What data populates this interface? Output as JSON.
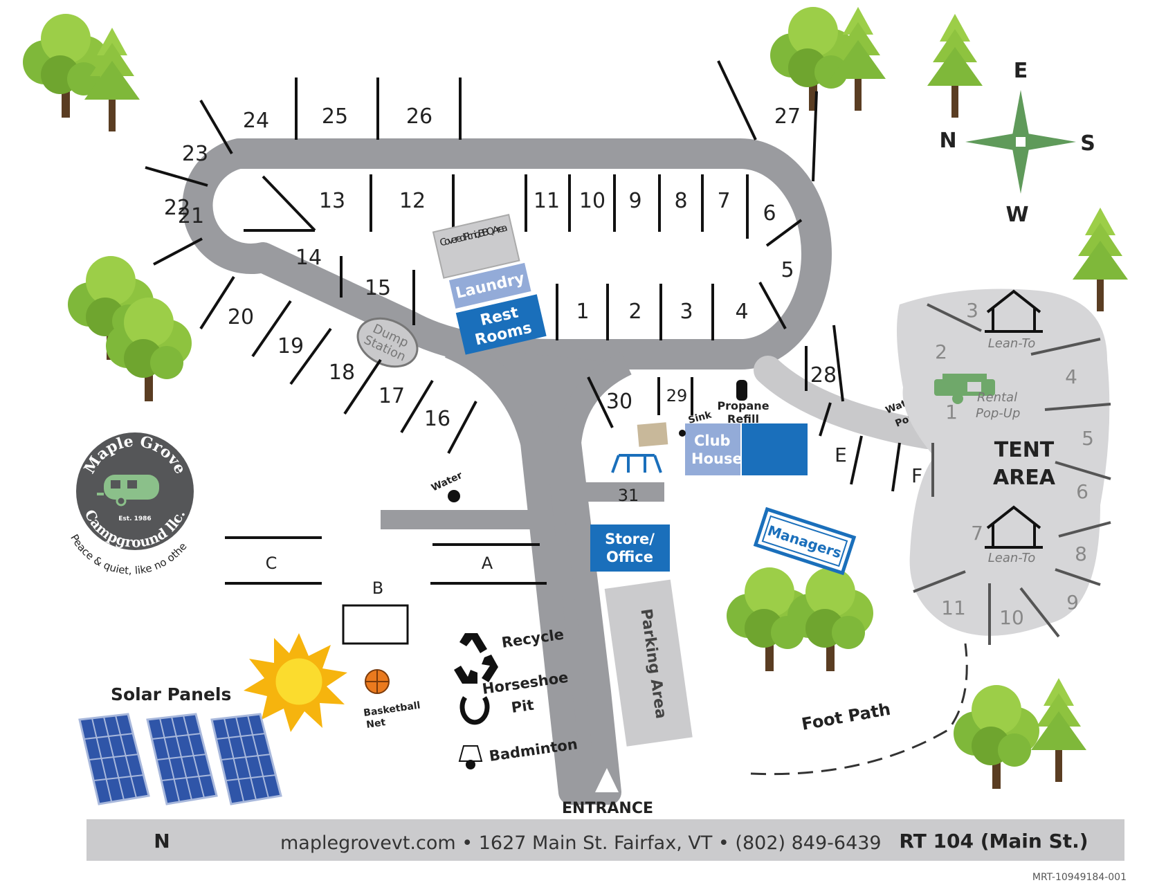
{
  "compass": {
    "top": "E",
    "left": "N",
    "right": "S",
    "bottom": "W"
  },
  "sites_loop_outer": [
    "21",
    "22",
    "23",
    "24",
    "25",
    "26",
    "27",
    "28"
  ],
  "sites_loop_inner": [
    "13",
    "12",
    "11",
    "10",
    "9",
    "8",
    "7",
    "6",
    "5",
    "4",
    "3",
    "2",
    "1",
    "14",
    "15"
  ],
  "sites_lower": [
    "20",
    "19",
    "18",
    "17",
    "16",
    "30",
    "29",
    "31"
  ],
  "sites_letters": [
    "A",
    "B",
    "C",
    "E",
    "F"
  ],
  "buildings": {
    "picnic": "Covered Picnic/BBQ Area",
    "laundry": "Laundry",
    "restrooms_1": "Rest",
    "restrooms_2": "Rooms",
    "dump_1": "Dump",
    "dump_2": "Station",
    "clubhouse_1": "Club",
    "clubhouse_2": "House",
    "store_1": "Store/",
    "store_2": "Office",
    "managers": "Managers",
    "parking": "Parking Area"
  },
  "labels": {
    "propane_1": "Propane",
    "propane_2": "Refill",
    "sink": "Sink",
    "water": "Water",
    "water_power_1": "Water &",
    "water_power_2": "Power",
    "rental_1": "Rental",
    "rental_2": "Pop-Up",
    "tent_1": "TENT",
    "tent_2": "AREA",
    "leanto": "Lean-To",
    "recycle": "Recycle",
    "horseshoe_1": "Horseshoe",
    "horseshoe_2": "Pit",
    "badminton": "Badminton",
    "basketball_1": "Basketball",
    "basketball_2": "Net",
    "solar": "Solar Panels",
    "foot_path": "Foot Path",
    "entrance": "ENTRANCE"
  },
  "tent_sites": [
    "3",
    "2",
    "1",
    "4",
    "5",
    "6",
    "7",
    "8",
    "9",
    "10",
    "11"
  ],
  "logo": {
    "top": "Maple Grove",
    "est": "Est. 1986",
    "bottom": "Campground llc.",
    "tagline": "Peace & quiet, like no other"
  },
  "footer": {
    "north": "N",
    "info": "maplegrovevt.com • 1627 Main St. Fairfax, VT  • (802) 849-6439",
    "road": "RT 104 (Main St.)"
  },
  "code": "MRT-10949184-001",
  "colors": {
    "road": "#9a9b9f",
    "tent_area": "#d6d6d8",
    "blue": "#1a6fbb",
    "light_blue": "#93abd8",
    "tree": "#8ec33f",
    "compass": "#5f9a5a"
  }
}
